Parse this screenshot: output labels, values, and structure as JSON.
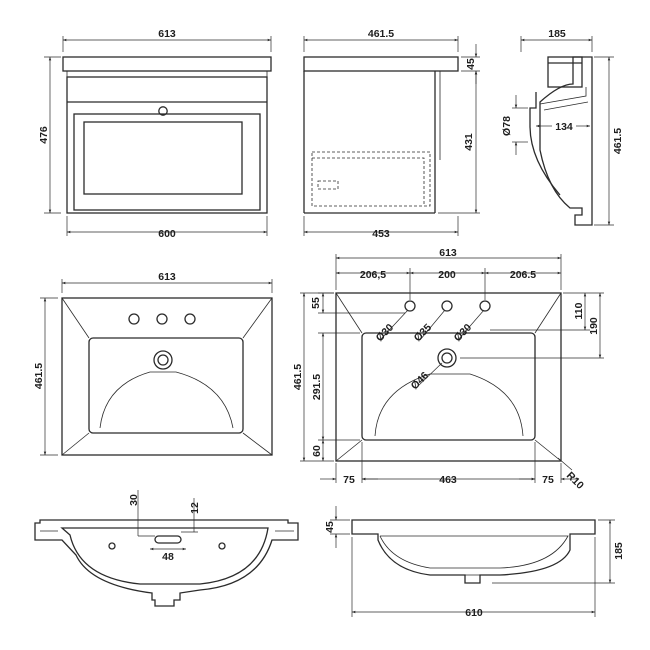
{
  "drawing": {
    "front": {
      "width_top": "613",
      "height": "476",
      "width_bottom": "600"
    },
    "side": {
      "width_top": "461.5",
      "top_thickness": "45",
      "height": "431",
      "width_bottom": "453"
    },
    "profile": {
      "width": "185",
      "waste_dia": "Ø78",
      "depth": "134",
      "height": "461.5"
    },
    "basin_plan": {
      "width": "613",
      "height": "461.5"
    },
    "basin_dims": {
      "overall": "613",
      "seg_left": "206,5",
      "seg_mid": "200",
      "seg_right": "206.5",
      "tap_offset": "55",
      "tap_centre": "110",
      "waste_centre": "190",
      "hole_a": "Ø30",
      "hole_b": "Ø35",
      "hole_c": "Ø30",
      "waste": "Ø46",
      "height": "461.5",
      "bowl_height": "291.5",
      "front_rim": "60",
      "rim_left": "75",
      "bowl_width": "463",
      "rim_right": "75",
      "radius": "R10"
    },
    "section_front": {
      "slot_height": "30",
      "slot_depth": "12",
      "slot_width": "48"
    },
    "section_side": {
      "top": "45",
      "depth": "185",
      "width": "610"
    }
  }
}
